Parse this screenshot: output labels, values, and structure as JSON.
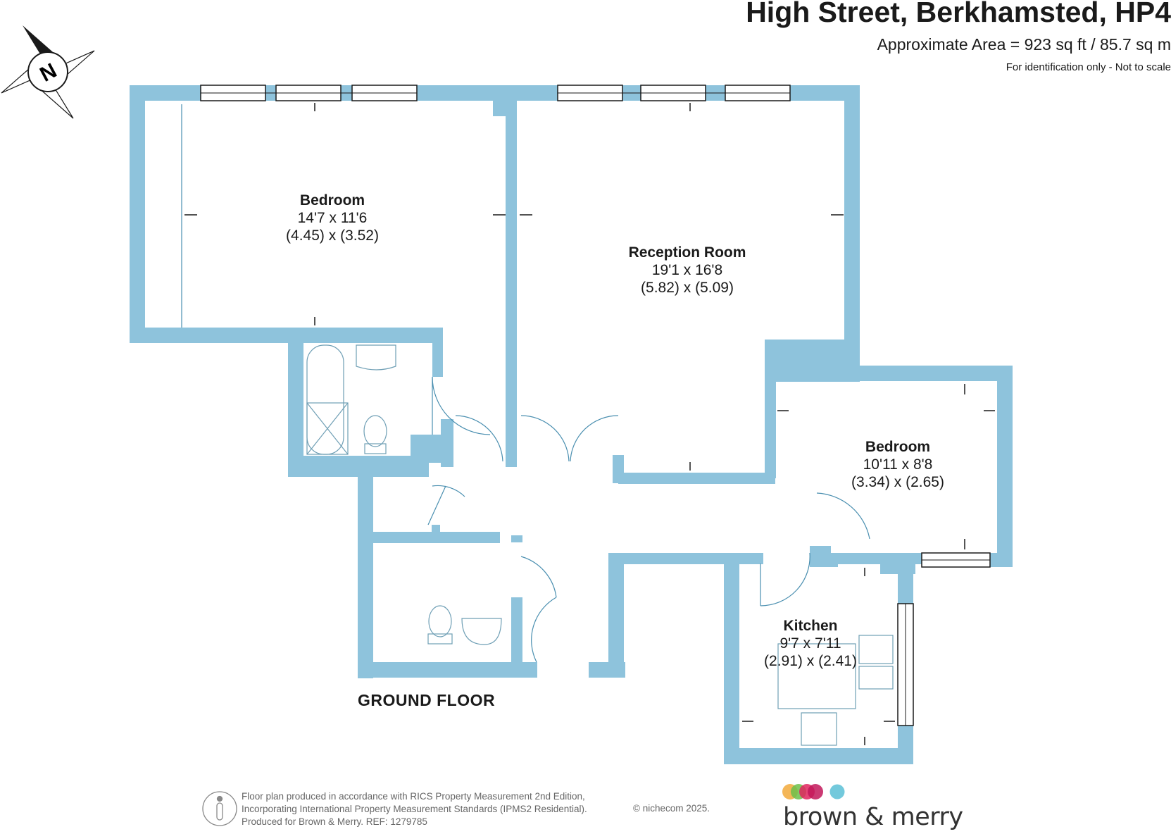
{
  "header": {
    "title": "High Street, Berkhamsted, HP4",
    "area": "Approximate Area = 923 sq ft / 85.7 sq m",
    "note": "For identification only - Not to scale"
  },
  "compass": {
    "label": "N",
    "icon": "north-compass-icon"
  },
  "rooms": [
    {
      "name": "Bedroom",
      "imperial": "14'7 x 11'6",
      "metric": "(4.45) x (3.52)"
    },
    {
      "name": "Reception Room",
      "imperial": "19'1 x 16'8",
      "metric": "(5.82) x (5.09)"
    },
    {
      "name": "Bedroom",
      "imperial": "10'11 x 8'8",
      "metric": "(3.34) x (2.65)"
    },
    {
      "name": "Kitchen",
      "imperial": "9'7 x 7'11",
      "metric": "(2.91) x (2.41)"
    }
  ],
  "floor_label": "GROUND FLOOR",
  "footer": {
    "line1": "Floor plan produced in accordance with RICS Property Measurement 2nd Edition,",
    "line2": "Incorporating International Property Measurement Standards (IPMS2 Residential).",
    "line3": "Produced for Brown & Merry.   REF: 1279785",
    "copyright": "© nichecom 2025."
  },
  "brand": {
    "name": "brown & merry",
    "dot_colors": [
      "#f2a93b",
      "#6cbf4a",
      "#e0245e",
      "#c2185b",
      "#5bc0d6"
    ]
  },
  "colors": {
    "wall": "#8ec3dc",
    "ink": "#1a1a1a"
  }
}
